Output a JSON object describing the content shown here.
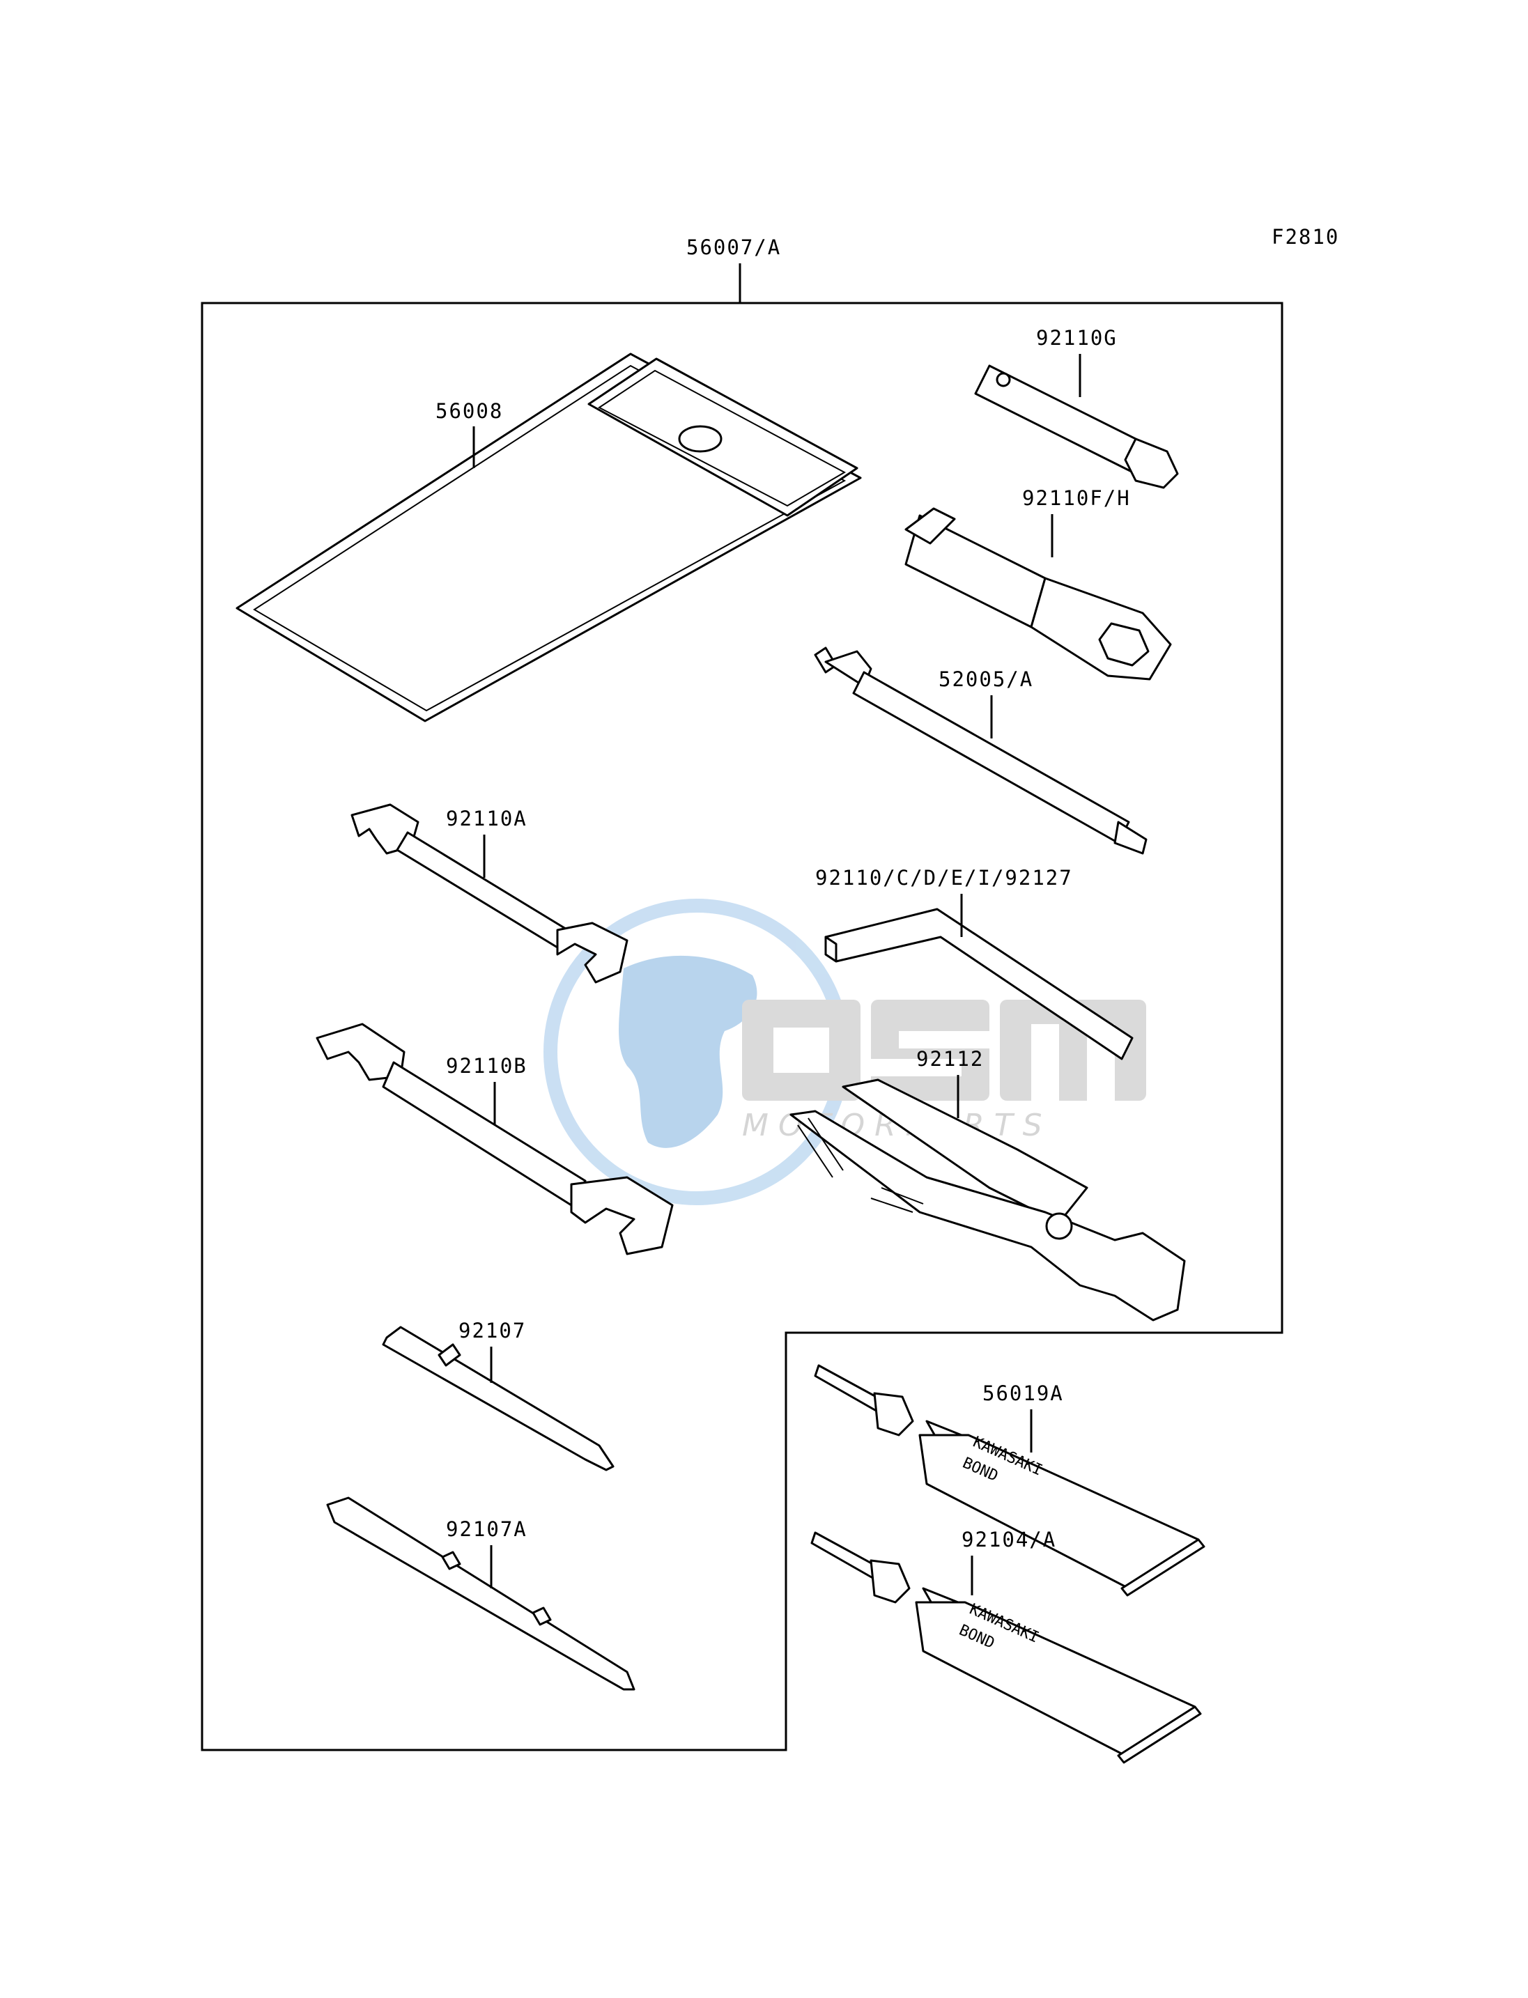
{
  "diagram": {
    "figure_code": "F2810",
    "kit_label": "56007/A",
    "parts": [
      {
        "id": "pouch",
        "label": "56008"
      },
      {
        "id": "box-wrench-g",
        "label": "92110G"
      },
      {
        "id": "plug-wrench",
        "label": "92110F/H"
      },
      {
        "id": "tire-gauge",
        "label": "52005/A"
      },
      {
        "id": "wrench-a",
        "label": "92110A"
      },
      {
        "id": "hex-keys",
        "label": "92110/C/D/E/I/92127"
      },
      {
        "id": "wrench-b",
        "label": "92110B"
      },
      {
        "id": "pliers",
        "label": "92112"
      },
      {
        "id": "screwdriver-bit",
        "label": "92107"
      },
      {
        "id": "screwdriver-handle",
        "label": "92107A"
      },
      {
        "id": "bond-tube-1",
        "label": "56019A"
      },
      {
        "id": "bond-tube-2",
        "label": "92104/A"
      }
    ],
    "tube_print": [
      "KAWASAKI",
      "BOND"
    ]
  },
  "watermark": {
    "brand": "MOTORPARTS",
    "colors": {
      "globe": "#7fb2e0",
      "letters": "#b4b4b4"
    }
  }
}
